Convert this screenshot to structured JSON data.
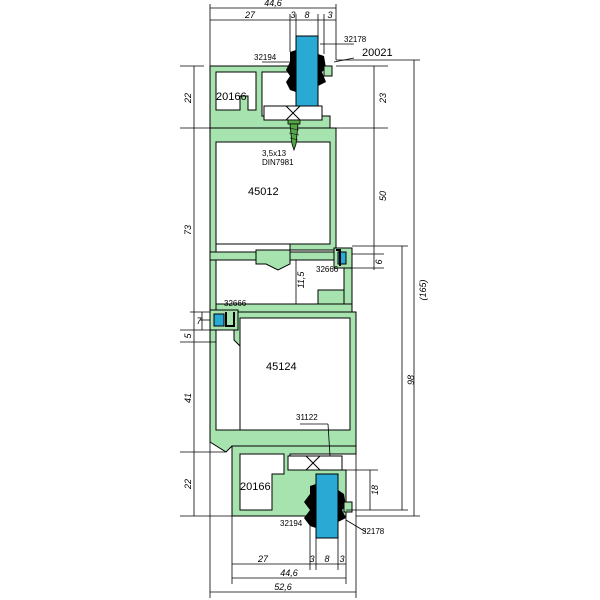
{
  "colors": {
    "profile": "#a6e3ae",
    "profile_stroke": "#000000",
    "glass": "#29a9d4",
    "gasket": "#000000",
    "screw": "#55a848",
    "dim_line": "#000000",
    "background": "#ffffff"
  },
  "parts": {
    "top_sash": "20166",
    "top_gasket_left": "32194",
    "top_gasket_right": "32178",
    "top_bead": "20021",
    "screw_size": "3,5x13",
    "screw_norm": "DIN7981",
    "frame_top": "45012",
    "right_seal": "32666",
    "left_seal": "32666",
    "frame_bottom": "45124",
    "bottom_insert": "31122",
    "bottom_sash": "20166",
    "bottom_gasket_left": "32194",
    "bottom_gasket_right": "32178"
  },
  "dims": {
    "top_overall": "44,6",
    "top_27": "27",
    "top_3a": "3",
    "top_8": "8",
    "top_3b": "3",
    "left_22_top": "22",
    "left_73": "73",
    "left_5": "5",
    "left_7": "7",
    "left_41": "41",
    "left_22_bottom": "22",
    "right_23": "23",
    "right_50": "50",
    "right_6": "6",
    "right_11_5": "11,5",
    "right_165": "(165)",
    "right_98": "98",
    "right_18": "18",
    "bottom_27": "27",
    "bottom_3a": "3",
    "bottom_8": "8",
    "bottom_3b": "3",
    "bottom_44_6": "44,6",
    "bottom_52_6": "52,6"
  }
}
